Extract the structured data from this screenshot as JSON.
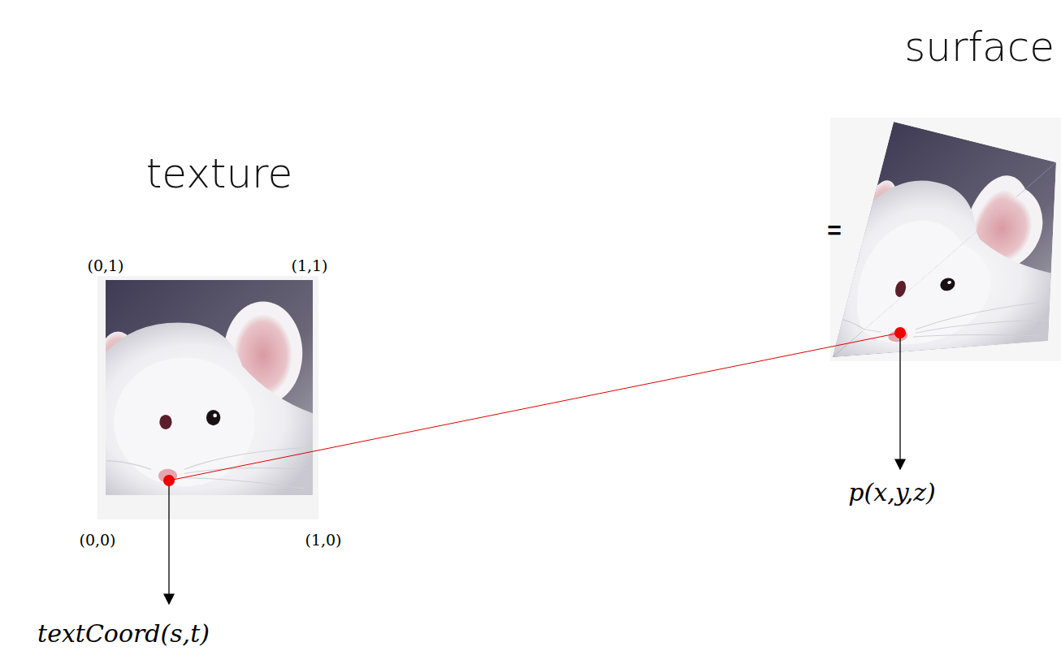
{
  "diagram": {
    "labels": [
      "texture",
      "surface",
      "(0,1)",
      "(1,1)",
      "(0,0)",
      "(1,0)",
      "textCoord(s,t)",
      "p(x,y,z)",
      "="
    ]
  }
}
